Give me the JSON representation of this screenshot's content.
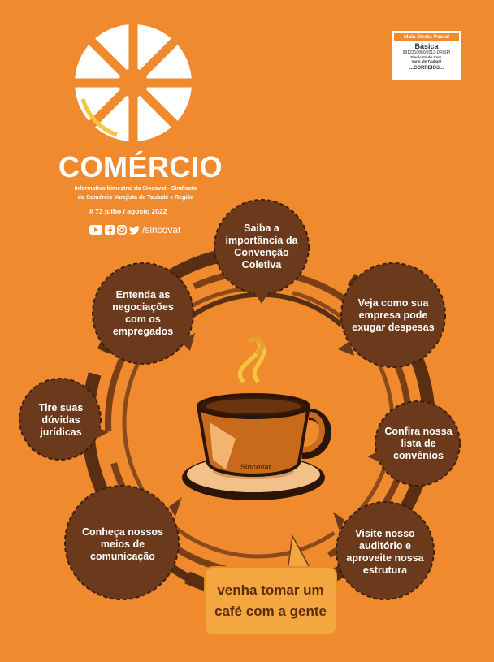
{
  "masthead": {
    "title": "COMÉRCIO",
    "subtitle_line1": "Informativo bimestral do Sincovat - Sindicato",
    "subtitle_line2": "do Comércio Varejista de Taubaté e Região",
    "issue": "# 73 julho / agosto 2022",
    "social_handle": "/sincovat"
  },
  "postal": {
    "header": "Mala Direta Postal",
    "type": "Básica",
    "code": "9912310880/2013-DR/SPI",
    "sender_line1": "Sindicato do Com.",
    "sender_line2": "Varej. de Taubaté",
    "footer": "...CORREIOS..."
  },
  "bubbles": [
    {
      "key": "convencao",
      "text": "Saiba a importância da Convenção Coletiva"
    },
    {
      "key": "negociacoes",
      "text": "Entenda as negociações com os empregados"
    },
    {
      "key": "despesas",
      "text": "Veja como sua empresa pode exugar despesas"
    },
    {
      "key": "duvidas",
      "text": "Tire suas dúvidas jurídicas"
    },
    {
      "key": "convenios",
      "text": "Confira nossa lista de convênios"
    },
    {
      "key": "comunicacao",
      "text": "Conheça nossos meios de comunicação"
    },
    {
      "key": "auditorio",
      "text": "Visite nosso auditório e aproveite nossa estrutura"
    }
  ],
  "cup_label": "Sincovat",
  "cta": "venha tomar um café com a gente",
  "colors": {
    "background": "#f08a2e",
    "bubble": "#6b3a1c",
    "ring": "#5a2e12",
    "cup": "#c86a1c",
    "cta_box": "#f4a640",
    "text_light": "#ffffff"
  },
  "icons": [
    "youtube-icon",
    "facebook-icon",
    "instagram-icon",
    "twitter-icon"
  ]
}
